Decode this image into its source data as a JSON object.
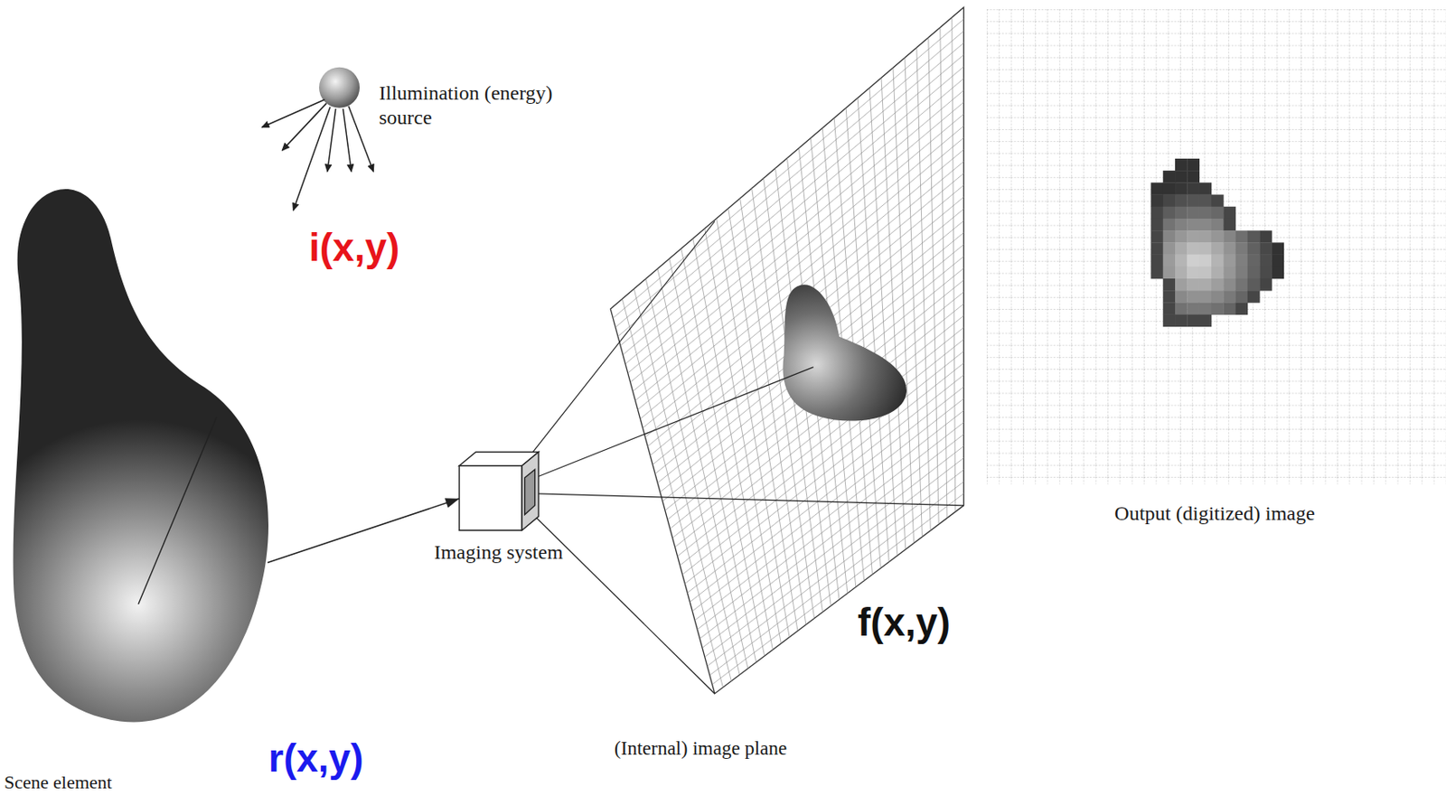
{
  "diagram": {
    "nodes": [
      {
        "text": [
          "Illumination (energy) source"
        ]
      },
      {
        "text": [
          "Scene element"
        ]
      },
      {
        "text": [
          "Imaging system"
        ]
      },
      {
        "text": [
          "(Internal) image plane"
        ]
      },
      {
        "text": [
          "Output (digitized) image"
        ]
      }
    ],
    "edges": [
      {
        "from": 1,
        "to": 2,
        "arrow": "to"
      }
    ],
    "labels": [
      "i(x,y)",
      "r(x,y)",
      "f(x,y)"
    ]
  }
}
